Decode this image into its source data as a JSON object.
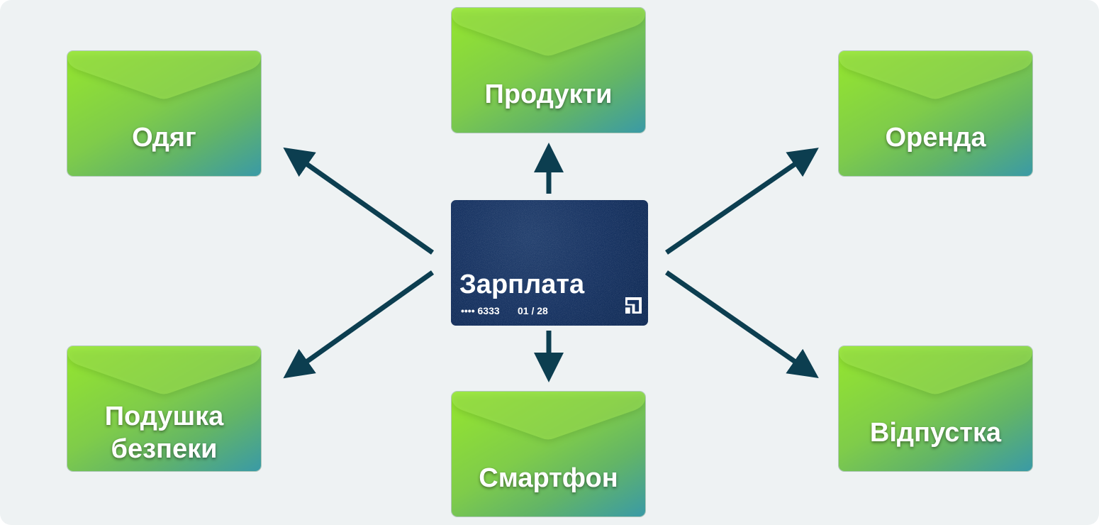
{
  "card": {
    "title": "Зарплата",
    "masked_number": "•••• 6333",
    "expiry": "01 / 28",
    "logo_icon": "bank-logo-icon"
  },
  "envelopes": [
    {
      "label": "Одяг"
    },
    {
      "label": "Продукти"
    },
    {
      "label": "Оренда"
    },
    {
      "label": "Подушка безпеки"
    },
    {
      "label": "Смартфон"
    },
    {
      "label": "Відпустка"
    }
  ],
  "colors": {
    "arrow": "#0c3e50",
    "background": "#eef2f3",
    "card": "#173362",
    "envelope_start": "#95e62e",
    "envelope_end": "#3a9aa6"
  }
}
